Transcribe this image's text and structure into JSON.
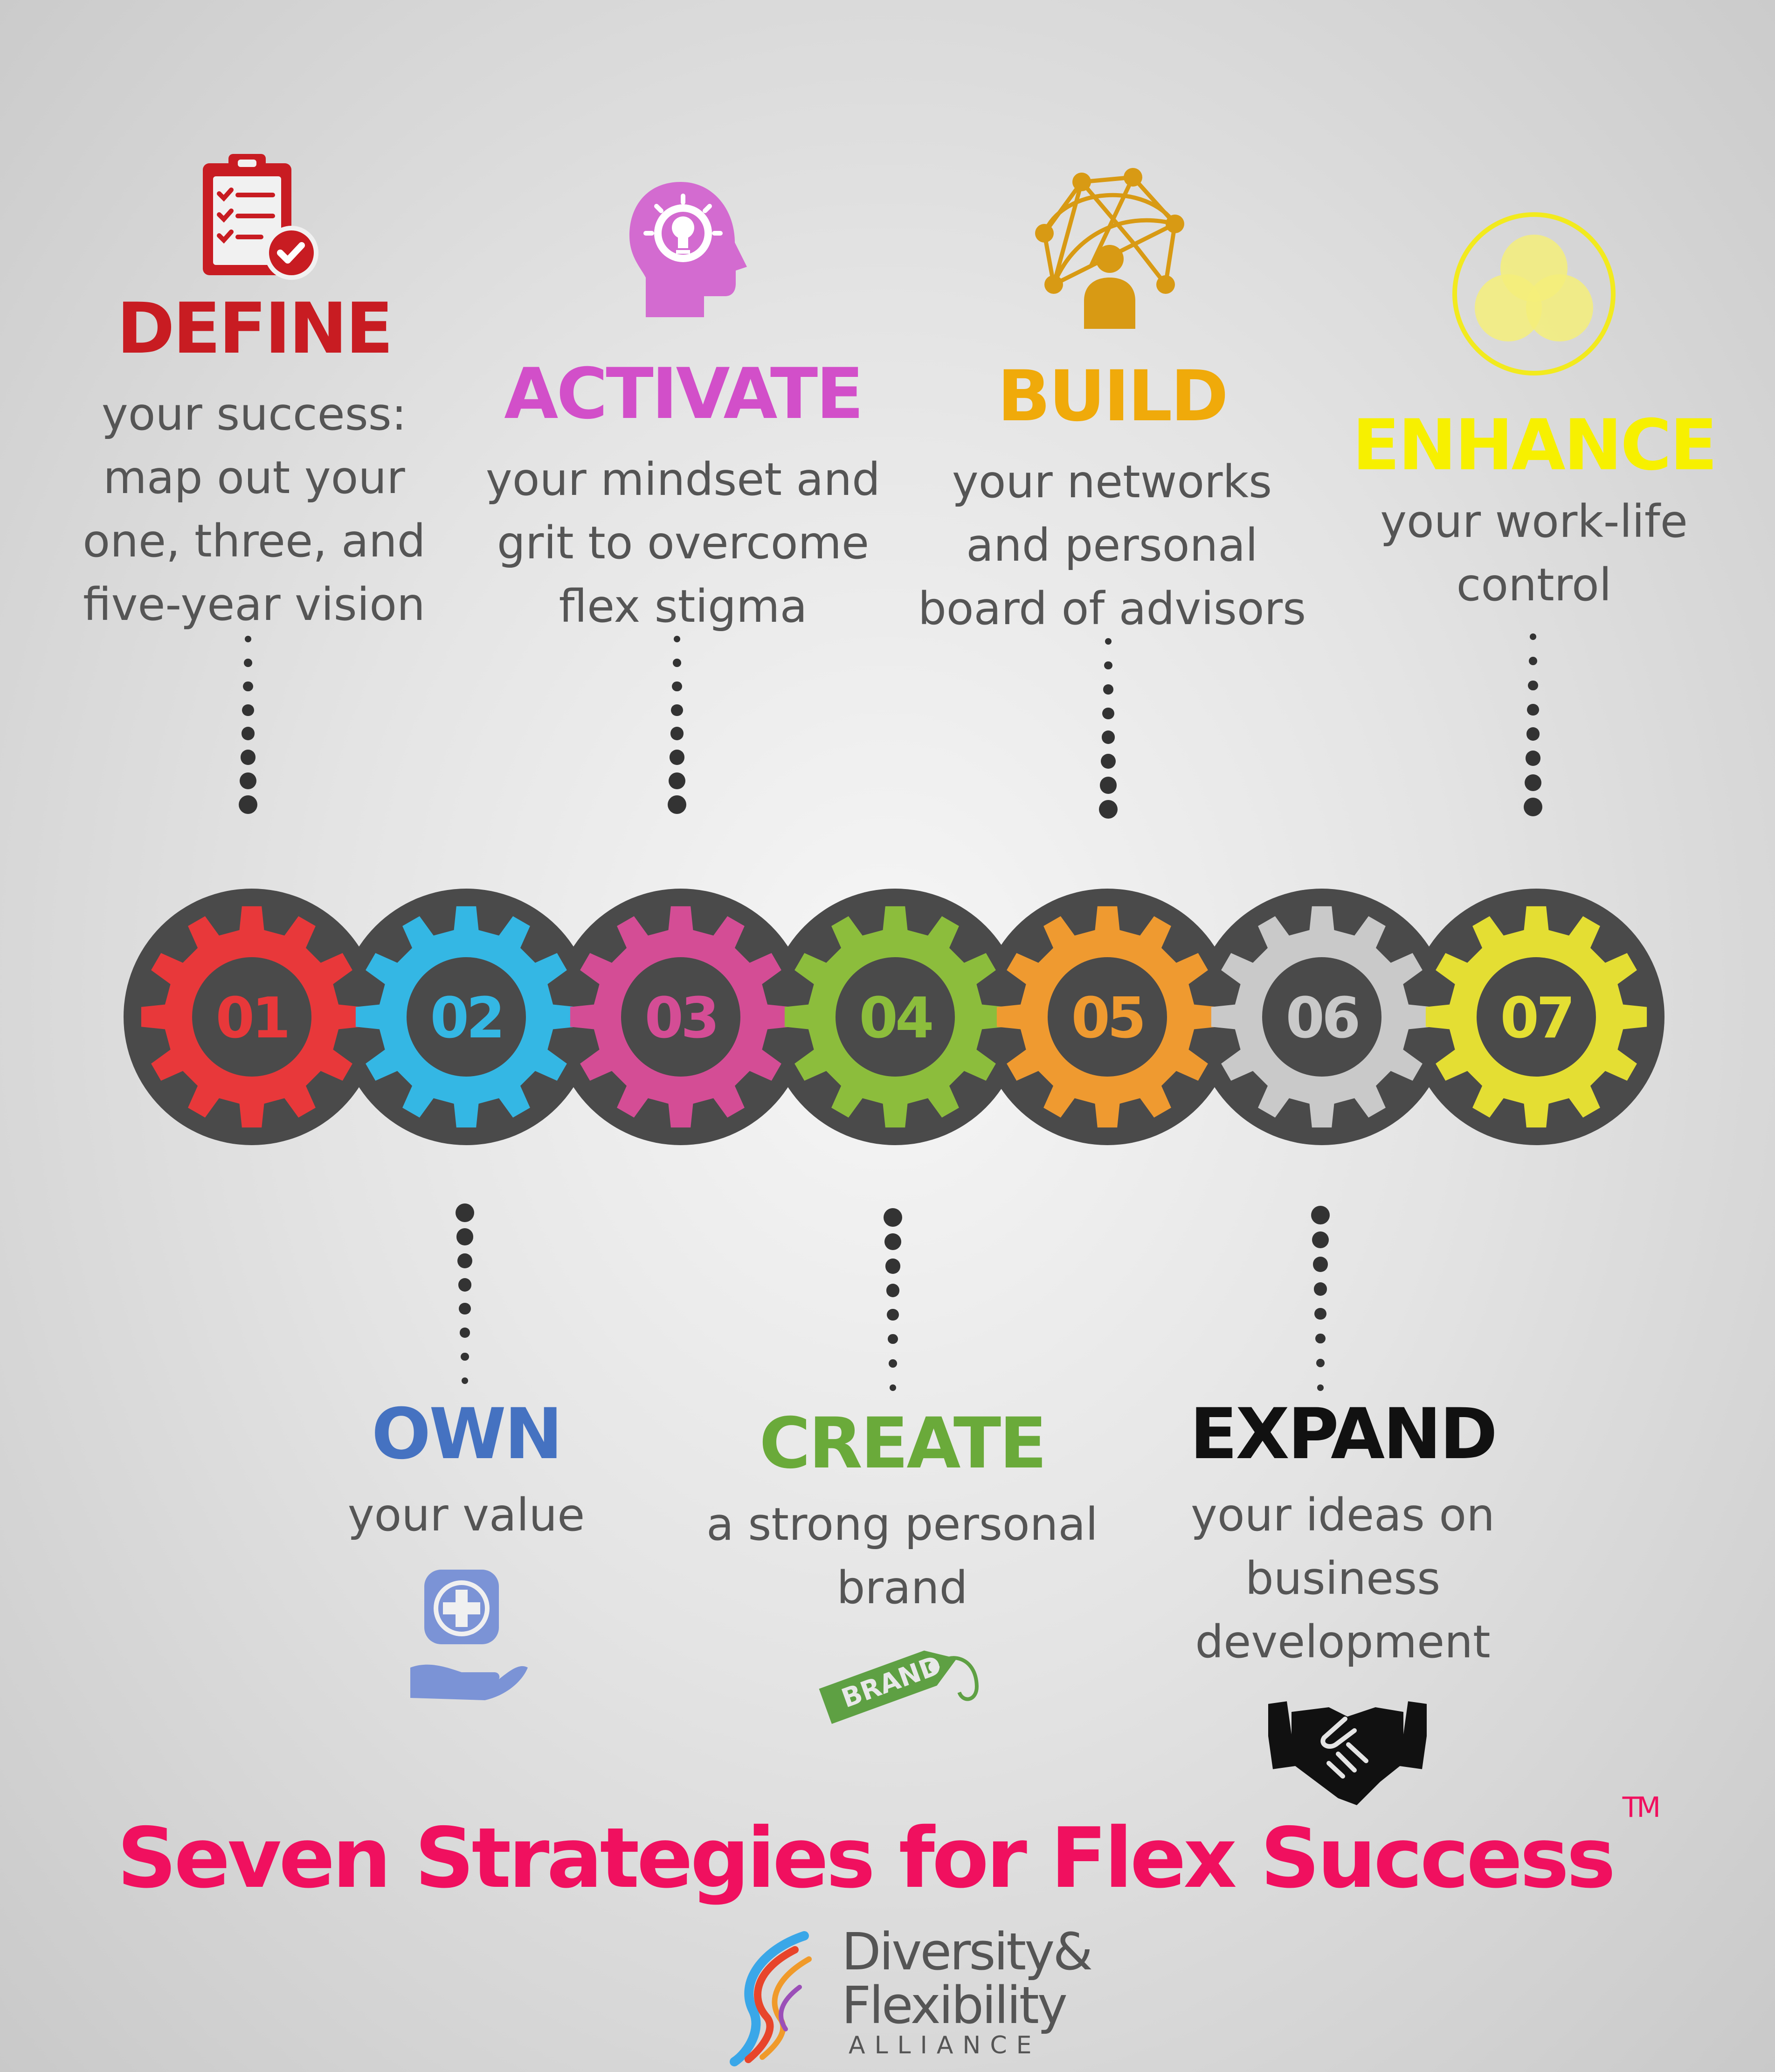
{
  "strategies": [
    {
      "number": "01",
      "heading": "DEFINE",
      "description": "your success:\nmap out your\none, three, and\nfive-year vision",
      "color": "#c81c22",
      "gear_color": "#e8383a",
      "icon": "clipboard-check-icon"
    },
    {
      "number": "02",
      "heading": "OWN",
      "description": "your value",
      "color": "#4572c1",
      "gear_color": "#34b7e4",
      "icon": "hand-plus-icon"
    },
    {
      "number": "03",
      "heading": "ACTIVATE",
      "description": "your mindset and\ngrit to overcome\nflex stigma",
      "color": "#d24fc9",
      "gear_color": "#d44d95",
      "icon": "head-lightbulb-icon"
    },
    {
      "number": "04",
      "heading": "CREATE",
      "description": "a strong personal\nbrand",
      "color": "#6aaa3a",
      "gear_color": "#8cbd3c",
      "icon": "brand-tag-icon"
    },
    {
      "number": "05",
      "heading": "BUILD",
      "description": "your networks\nand personal\nboard of advisors",
      "color": "#f0aa0a",
      "gear_color": "#ef9a30",
      "icon": "network-person-icon"
    },
    {
      "number": "06",
      "heading": "EXPAND",
      "description": "your ideas on\nbusiness\ndevelopment",
      "color": "#111111",
      "gear_color": "#c9c9c9",
      "icon": "handshake-icon"
    },
    {
      "number": "07",
      "heading": "ENHANCE",
      "description": "your work-life\ncontrol",
      "color": "#f7f000",
      "gear_color": "#e4de33",
      "icon": "venn-circles-icon"
    }
  ],
  "title": "Seven Strategies for Flex Success",
  "trademark": "TM",
  "brand_icon_text": "BRAND",
  "logo": {
    "line1": "Diversity&",
    "line2": "Flexibility",
    "line3": "ALLIANCE"
  }
}
